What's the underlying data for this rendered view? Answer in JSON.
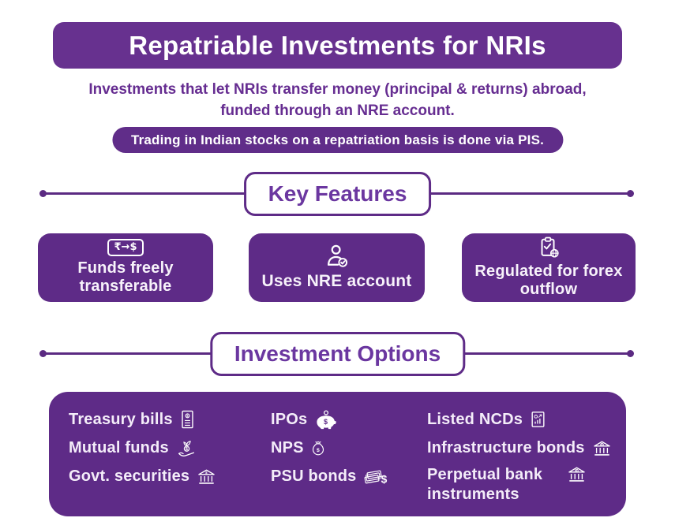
{
  "colors": {
    "banner_purple": "#67318F",
    "deep_purple": "#5E2B87",
    "text_purple": "#662D91",
    "line_purple": "#5B2A82",
    "section_title_purple": "#6B37A0",
    "white": "#ffffff"
  },
  "header": {
    "title": "Repatriable Investments for NRIs",
    "subtitle": "Investments that let NRIs transfer money (principal & returns) abroad,\nfunded through an NRE account.",
    "note": "Trading in Indian stocks on a repatriation basis is done via PIS."
  },
  "sections": {
    "features_title": "Key Features",
    "options_title": "Investment Options"
  },
  "features": {
    "cards": [
      {
        "label": "Funds freely transferable",
        "icon": "rupee-to-dollar-icon",
        "icon_text": "₹→$"
      },
      {
        "label": "Uses NRE account",
        "icon": "person-check-icon"
      },
      {
        "label": "Regulated for forex outflow",
        "icon": "clipboard-globe-icon"
      }
    ]
  },
  "options": {
    "columns": [
      {
        "items": [
          {
            "label": "Treasury bills",
            "icon": "bill-document-icon"
          },
          {
            "label": "Mutual funds",
            "icon": "hand-sprout-coin-icon"
          },
          {
            "label": "Govt. securities",
            "icon": "bank-icon"
          }
        ]
      },
      {
        "items": [
          {
            "label": "IPOs",
            "icon": "piggy-bank-icon"
          },
          {
            "label": "NPS",
            "icon": "money-bag-icon"
          },
          {
            "label": "PSU bonds",
            "icon": "cash-stack-icon"
          }
        ]
      },
      {
        "items": [
          {
            "label": "Listed NCDs",
            "icon": "chart-document-icon"
          },
          {
            "label": "Infrastructure bonds",
            "icon": "bank-dollar-icon"
          },
          {
            "label": "Perpetual bank instruments",
            "icon": "bank-dollar-icon"
          }
        ]
      }
    ]
  }
}
